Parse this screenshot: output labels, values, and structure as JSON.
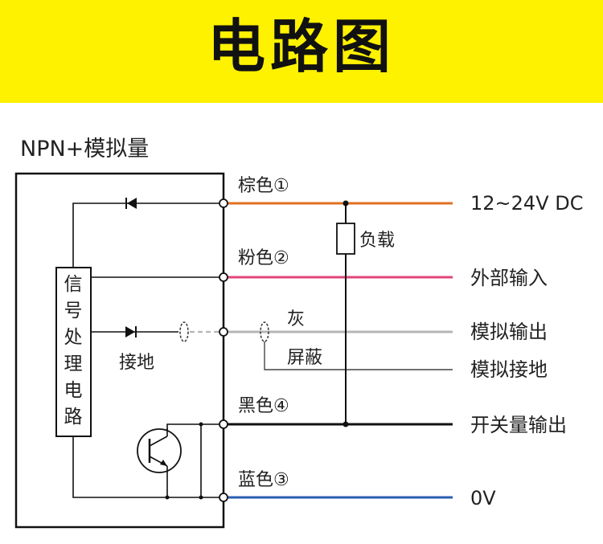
{
  "header": {
    "title": "电路图"
  },
  "diagram": {
    "subtitle": "NPN+模拟量",
    "block_label": [
      "信",
      "号",
      "处",
      "理",
      "电",
      "路"
    ],
    "ground_label": "接地",
    "load_label": "负载",
    "wires": {
      "brown": {
        "label": "棕色①",
        "color": "#e07020",
        "right_label": "12~24V DC"
      },
      "pink": {
        "label": "粉色②",
        "color": "#e0457a",
        "right_label": "外部输入"
      },
      "gray": {
        "label": "灰",
        "color": "#b5b5b5",
        "right_label": "模拟输出"
      },
      "shield": {
        "label": "屏蔽",
        "color": "#444444",
        "right_label": "模拟接地"
      },
      "black": {
        "label": "黑色④",
        "color": "#111111",
        "right_label": "开关量输出"
      },
      "blue": {
        "label": "蓝色③",
        "color": "#2a5db0",
        "right_label": "0V"
      }
    }
  }
}
